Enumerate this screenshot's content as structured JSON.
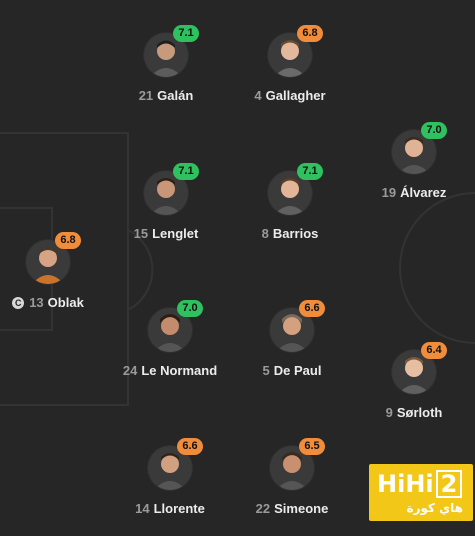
{
  "players": [
    {
      "id": "galan",
      "number": "21",
      "name": "Galán",
      "rating": "7.1",
      "rating_color": "#2fc05f",
      "captain": false
    },
    {
      "id": "gallagher",
      "number": "4",
      "name": "Gallagher",
      "rating": "6.8",
      "rating_color": "#f08c3a",
      "captain": false
    },
    {
      "id": "alvarez",
      "number": "19",
      "name": "Álvarez",
      "rating": "7.0",
      "rating_color": "#2fc05f",
      "captain": false
    },
    {
      "id": "lenglet",
      "number": "15",
      "name": "Lenglet",
      "rating": "7.1",
      "rating_color": "#2fc05f",
      "captain": false
    },
    {
      "id": "barrios",
      "number": "8",
      "name": "Barrios",
      "rating": "7.1",
      "rating_color": "#2fc05f",
      "captain": false
    },
    {
      "id": "oblak",
      "number": "13",
      "name": "Oblak",
      "rating": "6.8",
      "rating_color": "#f08c3a",
      "captain": true,
      "captain_mark": "C"
    },
    {
      "id": "lenormand",
      "number": "24",
      "name": "Le Normand",
      "rating": "7.0",
      "rating_color": "#2fc05f",
      "captain": false
    },
    {
      "id": "depaul",
      "number": "5",
      "name": "De Paul",
      "rating": "6.6",
      "rating_color": "#f08c3a",
      "captain": false
    },
    {
      "id": "sorloth",
      "number": "9",
      "name": "Sørloth",
      "rating": "6.4",
      "rating_color": "#f08c3a",
      "captain": false
    },
    {
      "id": "llorente",
      "number": "14",
      "name": "Llorente",
      "rating": "6.6",
      "rating_color": "#f08c3a",
      "captain": false
    },
    {
      "id": "simeone",
      "number": "22",
      "name": "Simeone",
      "rating": "6.5",
      "rating_color": "#f08c3a",
      "captain": false
    }
  ],
  "watermark": {
    "brand_main": "HiHi",
    "brand_two": "2",
    "brand_sub": "هاي كورة",
    "color": "#f2c718"
  }
}
